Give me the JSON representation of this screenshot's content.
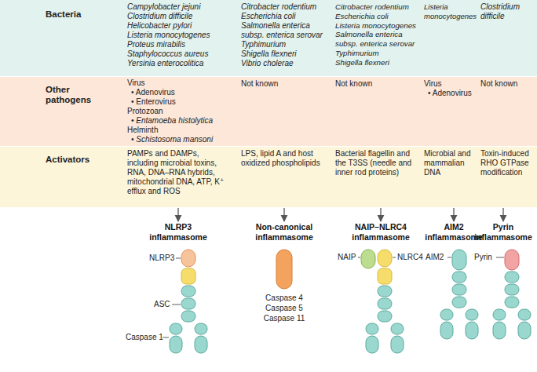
{
  "diagram": {
    "nodes": [
      {
        "text": [
          "Bacteria"
        ]
      },
      {
        "text": [
          "Campylobacter jejuni",
          "Clostridium difficile",
          "Helicobacter pylori",
          "Listeria monocytogenes",
          "Proteus mirabilis",
          "Staphylococcus aureus",
          "Yersinia enterocolitica"
        ],
        "in": 0
      },
      {
        "text": [
          "Citrobacter rodentium",
          "Escherichia coli",
          "Salmonella enterica subsp. enterica serovar Typhimurium",
          "Shigella flexneri",
          "Vibrio cholerae"
        ],
        "in": 0
      },
      {
        "text": [
          "Citrobacter rodentium",
          "Escherichia coli",
          "Listeria monocytogenes",
          "Salmonella enterica subsp. enterica serovar Typhimurium",
          "Shigella flexneri"
        ],
        "in": 0
      },
      {
        "text": [
          "Listeria monocytogenes"
        ],
        "in": 0
      },
      {
        "text": [
          "Clostridium difficile"
        ],
        "in": 0
      },
      {
        "text": [
          "Other pathogens"
        ]
      },
      {
        "text": [
          "Virus",
          "• Adenovirus",
          "• Enterovirus",
          "Protozoan",
          "• Entamoeba histolytica",
          "Helminth",
          "• Schistosoma mansoni"
        ],
        "in": 6
      },
      {
        "text": [
          "Not known"
        ],
        "in": 6
      },
      {
        "text": [
          "Not known"
        ],
        "in": 6
      },
      {
        "text": [
          "Virus",
          "• Adenovirus"
        ],
        "in": 6
      },
      {
        "text": [
          "Not known"
        ],
        "in": 6
      },
      {
        "text": [
          "Activators"
        ]
      },
      {
        "text": [
          "PAMPs and DAMPs, including microbial toxins, RNA, DNA–RNA hybrids, mitochondrial DNA, ATP, K⁺ efflux and ROS"
        ],
        "in": 12
      },
      {
        "text": [
          "LPS, lipid A and host oxidized phospholipids"
        ],
        "in": 12
      },
      {
        "text": [
          "Bacterial flagellin and the T3SS (needle and inner rod proteins)"
        ],
        "in": 12
      },
      {
        "text": [
          "Microbial and mammalian DNA"
        ],
        "in": 12
      },
      {
        "text": [
          "Toxin-induced RHO GTPase modification"
        ],
        "in": 12
      },
      {
        "text": [
          "NLRP3 inflammasome"
        ]
      },
      {
        "text": [
          "Non-canonical inflammasome"
        ]
      },
      {
        "text": [
          "NAIP–NLRC4 inflammasome"
        ]
      },
      {
        "text": [
          "AIM2 inflammasome"
        ]
      },
      {
        "text": [
          "Pyrin inflammasome"
        ]
      }
    ],
    "edges": [
      {
        "from": 13,
        "to": 18,
        "arrow": "to"
      },
      {
        "from": 14,
        "to": 19,
        "arrow": "to"
      },
      {
        "from": 15,
        "to": 20,
        "arrow": "to"
      },
      {
        "from": 16,
        "to": 21,
        "arrow": "to"
      },
      {
        "from": 17,
        "to": 22,
        "arrow": "to"
      }
    ],
    "labels": [
      "NLRP3",
      "ASC",
      "Caspase 1",
      "Caspase 4",
      "Caspase 5",
      "Caspase 11",
      "NAIP",
      "NLRC4",
      "AIM2",
      "Pyrin"
    ]
  }
}
